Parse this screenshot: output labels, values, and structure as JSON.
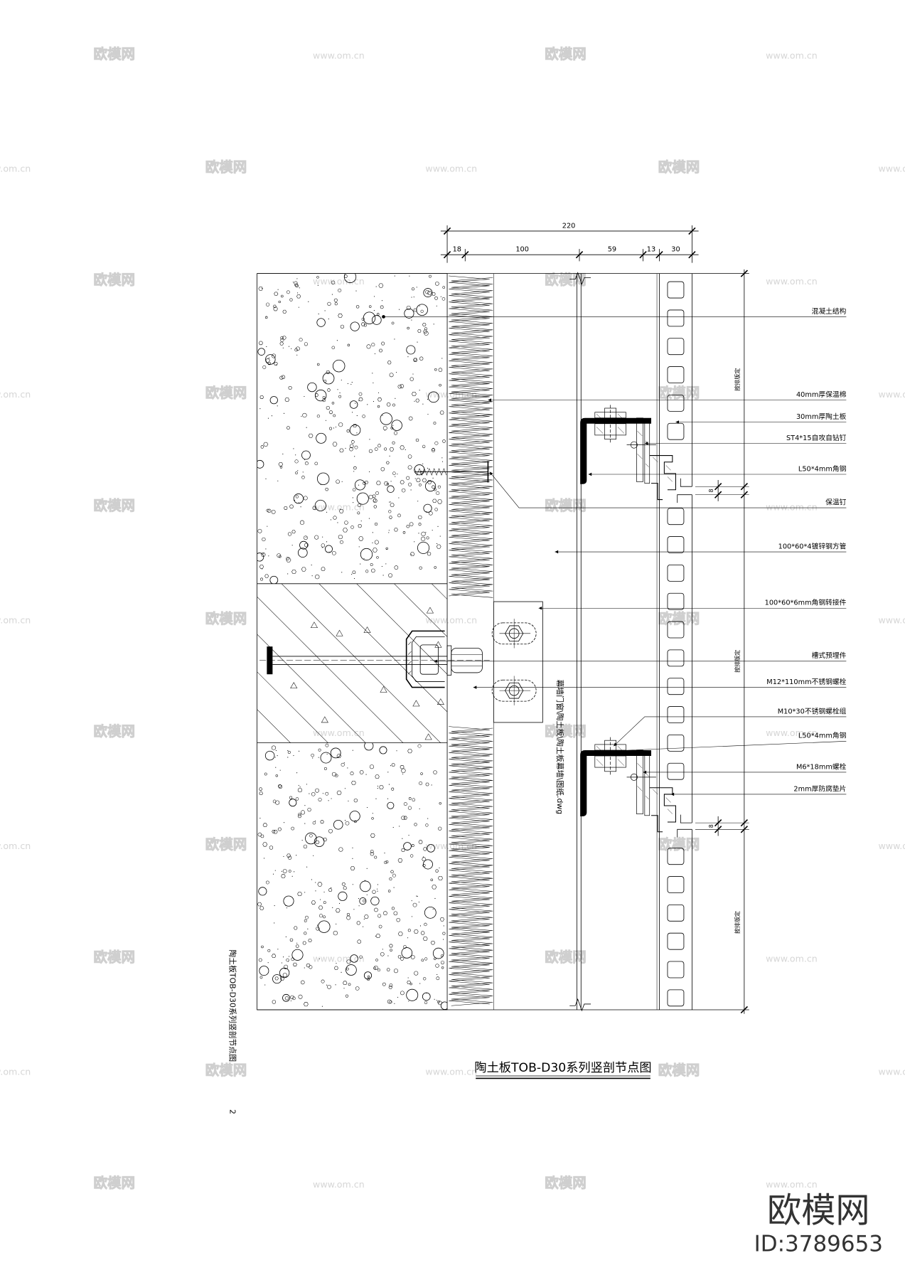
{
  "drawing": {
    "title": "陶土板TOB-D30系列竖剖节点图",
    "side_title": "陶土板TOB-D30系列竖剖节点图",
    "sheet_number": "2",
    "file_path": "幕墙门窗\\陶土板\\陶土板幕墙\\图纸.dwg",
    "dimensions": {
      "overall": "220",
      "segments": [
        "18",
        "100",
        "59",
        "13",
        "30"
      ],
      "joint_gap_upper": "8",
      "joint_gap_lower": "8",
      "layout_note_top": "按排版定",
      "layout_note_middle": "按排版定",
      "layout_note_bottom": "按排版定"
    },
    "labels": [
      "混凝土结构",
      "40mm厚保温棉",
      "30mm厚陶土板",
      "ST4*15自攻自钻钉",
      "L50*4mm角钢",
      "保温钉",
      "100*60*4镀锌钢方管",
      "100*60*6mm角钢转接件",
      "槽式预埋件",
      "M12*110mm不锈钢螺栓",
      "M10*30不锈钢螺栓组",
      "L50*4mm角钢",
      "M6*18mm螺栓",
      "2mm厚防腐垫片"
    ]
  },
  "watermark": {
    "brand": "欧模网",
    "site": "www.om.cn"
  },
  "logo": {
    "brand": "欧模网",
    "id": "ID:3789653"
  },
  "colors": {
    "line": "#000000",
    "watermark_brand": "#cfcfcf",
    "watermark_site": "#d6d6d6",
    "logo": "#333333"
  }
}
